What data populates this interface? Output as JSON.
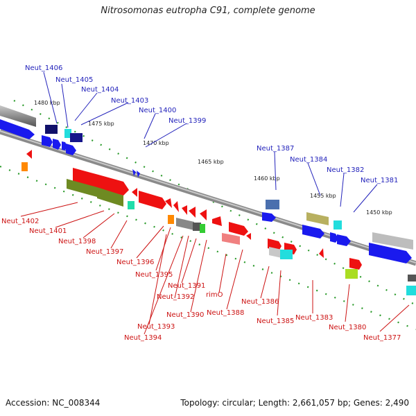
{
  "title": "Nitrosomonas eutropha C91, complete genome",
  "accession": "Accession: NC_008344",
  "summary": "Topology: circular; Length: 2,661,057 bp; Genes: 2,490",
  "kbp_labels": [
    {
      "text": "1480 kbp"
    },
    {
      "text": "1475 kbp"
    },
    {
      "text": "1470 kbp"
    },
    {
      "text": "1465 kbp"
    },
    {
      "text": "1460 kbp"
    },
    {
      "text": "1455 kbp"
    },
    {
      "text": "1450 kbp"
    }
  ],
  "top_labels": [
    "Neut_1406",
    "Neut_1405",
    "Neut_1404",
    "Neut_1403",
    "Neut_1400",
    "Neut_1399",
    "Neut_1387",
    "Neut_1384",
    "Neut_1382",
    "Neut_1381"
  ],
  "bottom_labels": [
    "Neut_1402",
    "Neut_1401",
    "Neut_1398",
    "Neut_1397",
    "Neut_1396",
    "Neut_1395",
    "Neut_1391",
    "Neut_1392",
    "rimO",
    "Neut_1390",
    "Neut_1388",
    "Neut_1386",
    "Neut_1385",
    "Neut_1383",
    "Neut_1380",
    "Neut_1393",
    "Neut_1394",
    "Neut_1377"
  ],
  "colors": {
    "blue_label": "#2222bb",
    "red_label": "#cc1111",
    "backbone": "#7a7a7a",
    "tick": "#2a9a2a"
  }
}
